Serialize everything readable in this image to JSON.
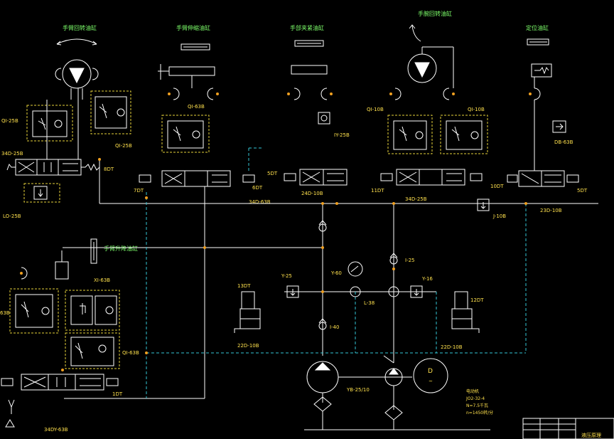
{
  "titles": {
    "arm_rotate": "手臂回转油缸",
    "arm_extend": "手臂伸缩油缸",
    "hand_clamp": "手部夹紧油缸",
    "wrist_rotate": "手腕回转油缸",
    "positioning": "定位油缸",
    "arm_lift": "手臂升降油缸"
  },
  "labels": {
    "qi25b_a": "QI-25B",
    "qi25b_b": "QI-25B",
    "34d25b": "34D-25B",
    "8dt": "8DT",
    "lo25b": "LO-25B",
    "qi63b_top": "QI-63B",
    "7dt": "7DT",
    "6dt": "6DT",
    "34d63b": "34D-63B",
    "iy25b": "IY-25B",
    "5dt_left": "5DT",
    "24d10b_a": "24D-10B",
    "qi10b_a": "QI-10B",
    "qi10b_b": "QI-10B",
    "11dt": "11DT",
    "34d25b_b": "34D-25B",
    "10dt": "10DT",
    "db63b": "DB-63B",
    "5dt_right": "5DT",
    "j10b": "J-10B",
    "23d10b": "23D-10B",
    "xi63b": "XI-63B",
    "63b": "63B",
    "qi63b_bot": "QI-63B",
    "1dt": "1DT",
    "34dy63b": "34DY-63B",
    "y25": "Y-25",
    "y60": "Y-60",
    "i25": "I-25",
    "y16": "Y-16",
    "l38": "L-38",
    "13dt": "13DT",
    "12dt": "12DT",
    "22d10b_a": "22D-10B",
    "22d10b_b": "22D-10B",
    "i40": "I-40",
    "yb": "YB-25/10",
    "motor": "D",
    "motor_tilde": "~",
    "note_1": "电动机",
    "note_2": "JO2-32-4",
    "note_3": "N=7.5千瓦",
    "note_4": "n=1450转/分",
    "corner": "液压原理"
  },
  "colors": {
    "line": "#ffffff",
    "pilot": "#35c6d6",
    "frame": "#e6d23a",
    "label": "#ffe14d",
    "title": "#7dff6a",
    "node": "#f0a020"
  }
}
